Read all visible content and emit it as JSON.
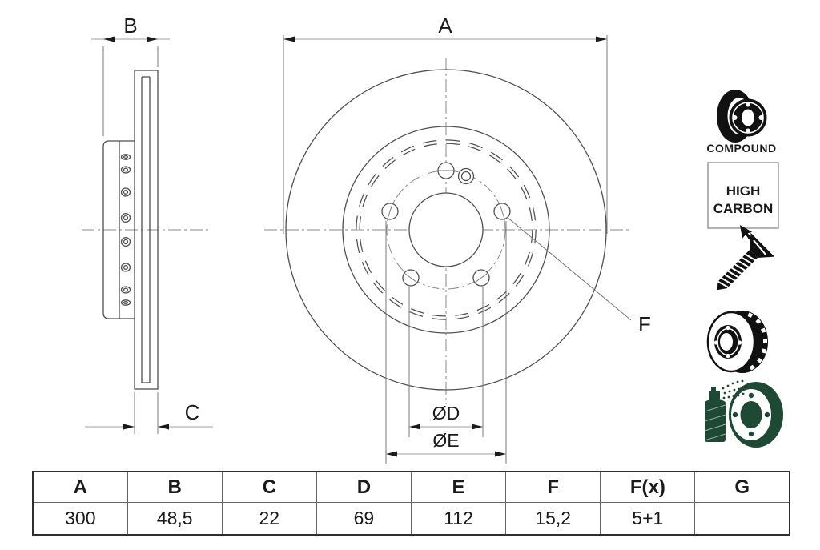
{
  "drawing": {
    "dimension_labels": {
      "a": "A",
      "b": "B",
      "c": "C",
      "d": "ØD",
      "e": "ØE",
      "f": "F"
    }
  },
  "badges": {
    "compound": "COMPOUND",
    "high_carbon": {
      "line1": "HIGH",
      "line2": "CARBON"
    }
  },
  "icons": {
    "top_right": "compound-two-piece-disc-icon",
    "middle_1": "countersunk-screw-icon",
    "middle_2": "vented-brake-disc-icon",
    "bottom": "spray-coated-disc-icon"
  },
  "spec_table": {
    "headers": [
      "A",
      "B",
      "C",
      "D",
      "E",
      "F",
      "F(x)",
      "G"
    ],
    "values": [
      "300",
      "48,5",
      "22",
      "69",
      "112",
      "15,2",
      "5+1",
      ""
    ]
  },
  "colors": {
    "drawing_line": "#4f4f4f",
    "dimension_line": "#a0a0a0",
    "extension_line": "#7a7a7a",
    "arrow_and_text": "#1a1a1a",
    "accent_green": "#1e4935",
    "background": "#ffffff"
  }
}
